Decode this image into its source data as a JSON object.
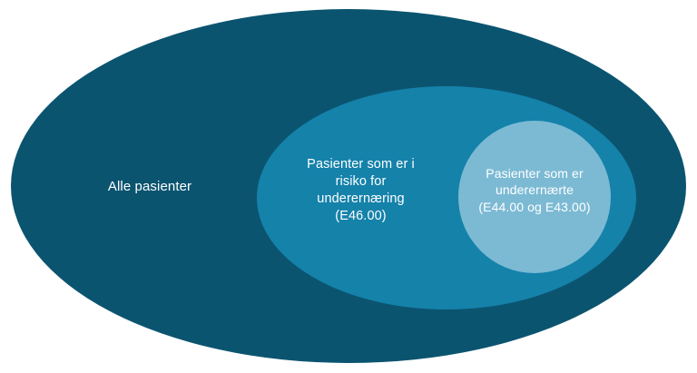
{
  "diagram": {
    "type": "euler-nested-ellipses",
    "background_color": "#ffffff",
    "label_color": "#ffffff",
    "sets": [
      {
        "id": "all-patients",
        "label": "Alle pasienter",
        "color": "#0b5470",
        "level": 0
      },
      {
        "id": "at-risk",
        "label": "Pasienter som er i\nrisiko for\nunderernæring\n(E46.00)",
        "color": "#1582aa",
        "level": 1
      },
      {
        "id": "malnourished",
        "label": "Pasienter som er\nunderernærte\n(E44.00 og E43.00)",
        "color": "#7cbad4",
        "level": 2
      }
    ]
  }
}
